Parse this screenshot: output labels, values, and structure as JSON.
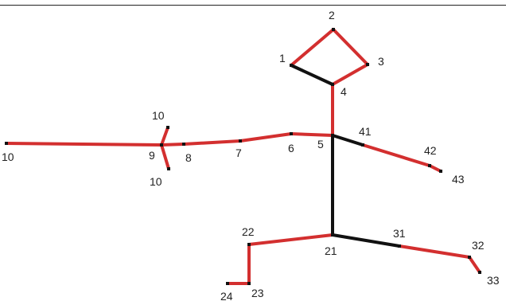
{
  "colors": {
    "red": "#d32f2f",
    "black": "#111111",
    "label": "#222222"
  },
  "nodes": [
    {
      "id": "1",
      "label": "1"
    },
    {
      "id": "2",
      "label": "2"
    },
    {
      "id": "3",
      "label": "3"
    },
    {
      "id": "4",
      "label": "4"
    },
    {
      "id": "5",
      "label": "5"
    },
    {
      "id": "6",
      "label": "6"
    },
    {
      "id": "7",
      "label": "7"
    },
    {
      "id": "8",
      "label": "8"
    },
    {
      "id": "9",
      "label": "9"
    },
    {
      "id": "10a",
      "label": "10"
    },
    {
      "id": "10b",
      "label": "10"
    },
    {
      "id": "10c",
      "label": "10"
    },
    {
      "id": "41",
      "label": "41"
    },
    {
      "id": "42",
      "label": "42"
    },
    {
      "id": "43",
      "label": "43"
    },
    {
      "id": "21",
      "label": "21"
    },
    {
      "id": "22",
      "label": "22"
    },
    {
      "id": "23",
      "label": "23"
    },
    {
      "id": "24",
      "label": "24"
    },
    {
      "id": "31",
      "label": "31"
    },
    {
      "id": "32",
      "label": "32"
    },
    {
      "id": "33",
      "label": "33"
    }
  ],
  "edges": [
    {
      "from": "1",
      "to": "2",
      "color": "red"
    },
    {
      "from": "2",
      "to": "3",
      "color": "red"
    },
    {
      "from": "3",
      "to": "4",
      "color": "red"
    },
    {
      "from": "1",
      "to": "4",
      "color": "black"
    },
    {
      "from": "4",
      "to": "5",
      "color": "red"
    },
    {
      "from": "5",
      "to": "6",
      "color": "red"
    },
    {
      "from": "6",
      "to": "7",
      "color": "red"
    },
    {
      "from": "7",
      "to": "8",
      "color": "red"
    },
    {
      "from": "8",
      "to": "9",
      "color": "red"
    },
    {
      "from": "9",
      "to": "10a",
      "color": "red"
    },
    {
      "from": "9",
      "to": "10b",
      "color": "red"
    },
    {
      "from": "9",
      "to": "10c",
      "color": "red"
    },
    {
      "from": "5",
      "to": "41",
      "color": "black"
    },
    {
      "from": "41",
      "to": "42",
      "color": "red"
    },
    {
      "from": "42",
      "to": "43",
      "color": "red"
    },
    {
      "from": "5",
      "to": "21",
      "color": "black"
    },
    {
      "from": "21",
      "to": "22",
      "color": "red"
    },
    {
      "from": "22",
      "to": "23",
      "color": "red"
    },
    {
      "from": "23",
      "to": "24",
      "color": "red"
    },
    {
      "from": "21",
      "to": "31",
      "color": "black"
    },
    {
      "from": "31",
      "to": "32",
      "color": "red"
    },
    {
      "from": "32",
      "to": "33",
      "color": "red"
    }
  ]
}
